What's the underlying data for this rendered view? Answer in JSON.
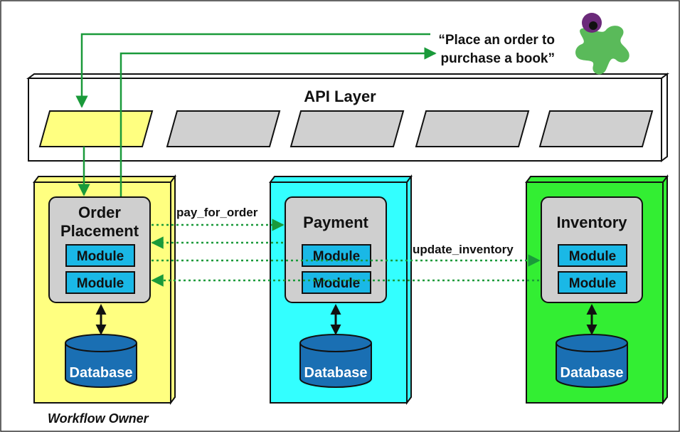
{
  "quote": {
    "line1": "“Place an order to",
    "line2": "purchase a book”"
  },
  "api_layer": {
    "title": "API Layer",
    "endpoint_count": 5,
    "active_endpoint_index": 0
  },
  "services": [
    {
      "key": "order",
      "title_lines": [
        "Order",
        "Placement"
      ],
      "modules": [
        "Module",
        "Module"
      ],
      "database": "Database",
      "color": "#ffff80"
    },
    {
      "key": "payment",
      "title_lines": [
        "Payment"
      ],
      "modules": [
        "Module",
        "Module"
      ],
      "database": "Database",
      "color": "#33ffff"
    },
    {
      "key": "inventory",
      "title_lines": [
        "Inventory"
      ],
      "modules": [
        "Module",
        "Module"
      ],
      "database": "Database",
      "color": "#33ee33"
    }
  ],
  "calls": {
    "payment": "pay_for_order",
    "inventory": "update_inventory"
  },
  "workflow_owner_label": "Workflow Owner",
  "colors": {
    "flow_arrow": "#1a9a3a",
    "module_fill": "#1ab8e6",
    "database_fill": "#1a6fb3",
    "endpoint_active": "#ffff80",
    "endpoint_idle": "#d0d0d0",
    "inner_box": "#cfcfcf"
  }
}
